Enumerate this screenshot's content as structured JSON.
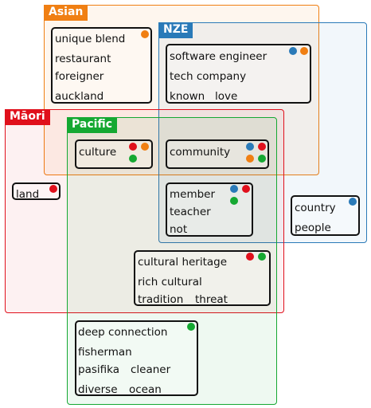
{
  "colors": {
    "asian": "#f07f13",
    "nze": "#2a7ab8",
    "maori": "#e0101c",
    "pacific": "#15a832"
  },
  "groups": {
    "asian": {
      "label": "Asian"
    },
    "nze": {
      "label": "NZE"
    },
    "maori": {
      "label": "Māori"
    },
    "pacific": {
      "label": "Pacific"
    }
  },
  "clusters": {
    "unique_blend": {
      "terms": [
        "unique blend",
        "restaurant",
        "foreigner",
        "auckland"
      ],
      "groups": [
        "asian"
      ]
    },
    "software": {
      "terms": [
        "software engineer",
        "tech company",
        "known",
        "love"
      ],
      "groups": [
        "nze",
        "asian"
      ]
    },
    "culture": {
      "terms": [
        "culture"
      ],
      "groups": [
        "maori",
        "asian",
        "pacific"
      ]
    },
    "community": {
      "terms": [
        "community"
      ],
      "groups": [
        "nze",
        "maori",
        "asian",
        "pacific"
      ]
    },
    "land": {
      "terms": [
        "land"
      ],
      "groups": [
        "maori"
      ]
    },
    "member": {
      "terms": [
        "member",
        "teacher",
        "not"
      ],
      "groups": [
        "nze",
        "maori",
        "pacific"
      ]
    },
    "country": {
      "terms": [
        "country",
        "people"
      ],
      "groups": [
        "nze"
      ]
    },
    "heritage": {
      "terms": [
        "cultural heritage",
        "rich cultural",
        "tradition",
        "threat"
      ],
      "groups": [
        "maori",
        "pacific"
      ]
    },
    "deep": {
      "terms": [
        "deep connection",
        "fisherman",
        "pasifika",
        "cleaner",
        "diverse",
        "ocean"
      ],
      "groups": [
        "pacific"
      ]
    }
  }
}
